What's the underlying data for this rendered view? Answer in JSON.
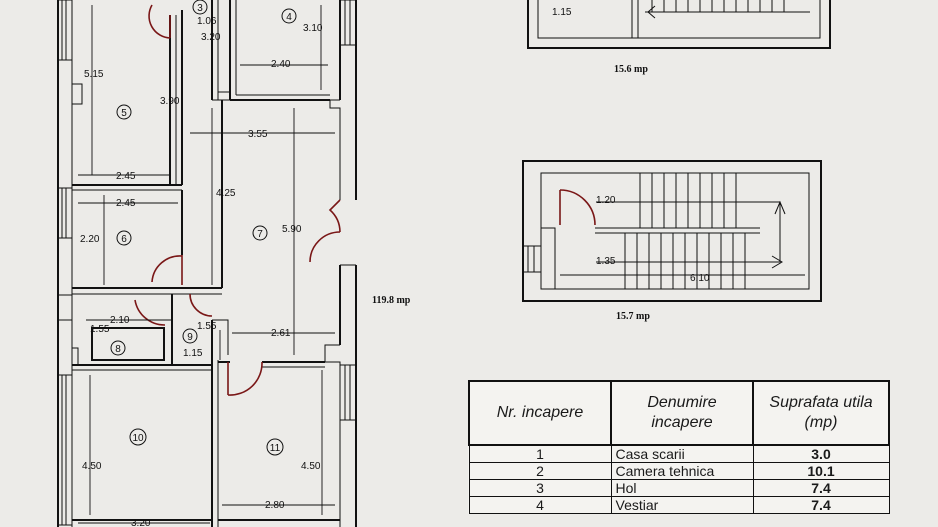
{
  "plan": {
    "dimensions": {
      "d_106": "1.06",
      "d_320a": "3.20",
      "d_310": "3.10",
      "d_240": "2.40",
      "d_515": "5.15",
      "d_390": "3.90",
      "d_355": "3.55",
      "d_245a": "2.45",
      "d_245b": "2.45",
      "d_425": "4.25",
      "d_590": "5.90",
      "d_220": "2.20",
      "d_210": "2.10",
      "d_155a": "1.55",
      "d_155b": "1.55",
      "d_261": "2.61",
      "d_115a": "1.15",
      "d_450a": "4.50",
      "d_450b": "4.50",
      "d_280": "2.80",
      "d_320b": "3.20"
    },
    "rooms": {
      "r3": "3",
      "r4": "4",
      "r5": "5",
      "r6": "6",
      "r7": "7",
      "r8": "8",
      "r9": "9",
      "r10": "10",
      "r11": "11"
    },
    "total_area": "119.8 mp"
  },
  "stair_top": {
    "dim_115": "1.15",
    "area": "15.6 mp"
  },
  "stair_bottom": {
    "dim_120": "1.20",
    "dim_135": "1.35",
    "dim_610": "6.10",
    "area": "15.7 mp"
  },
  "legend": {
    "headers": {
      "nr": "Nr. incapere",
      "name": "Denumire incapere",
      "area": "Suprafata utila (mp)"
    },
    "rows": [
      {
        "nr": "1",
        "name": "Casa scarii",
        "area": "3.0"
      },
      {
        "nr": "2",
        "name": "Camera tehnica",
        "area": "10.1"
      },
      {
        "nr": "3",
        "name": "Hol",
        "area": "7.4"
      },
      {
        "nr": "4",
        "name": "Vestiar",
        "area": "7.4"
      }
    ]
  }
}
